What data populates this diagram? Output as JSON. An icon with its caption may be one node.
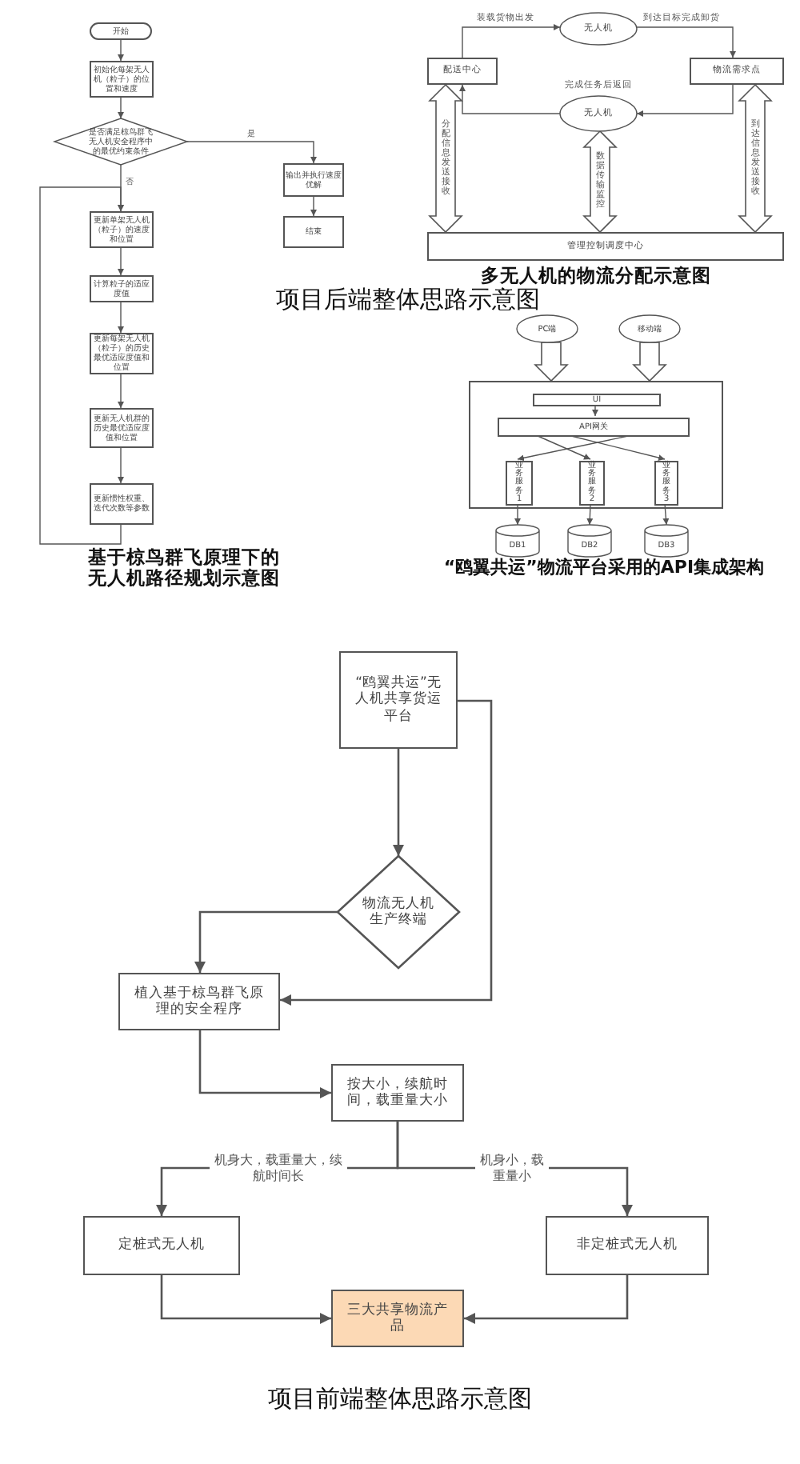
{
  "diagram": {
    "nodes": [
      {
        "text": [
          "开始"
        ]
      },
      {
        "text": [
          "初始化每架无人机（粒子）的位置和速度"
        ]
      },
      {
        "text": [
          "是否满足椋鸟群飞无人机安全程序中的最优约束条件"
        ]
      },
      {
        "text": [
          "输出并执行速度优解"
        ]
      },
      {
        "text": [
          "结束"
        ]
      },
      {
        "text": [
          "更新单架无人机（粒子）的速度和位置"
        ]
      },
      {
        "text": [
          "计算粒子的适应度值"
        ]
      },
      {
        "text": [
          "更新每架无人机（粒子）的历史最优适应度值和位置"
        ]
      },
      {
        "text": [
          "更新无人机群的历史最优适应度值和位置"
        ]
      },
      {
        "text": [
          "更新惯性权重、迭代次数等参数"
        ]
      },
      {
        "text": [
          "配送中心"
        ]
      },
      {
        "text": [
          "无人机"
        ]
      },
      {
        "text": [
          "物流需求点"
        ]
      },
      {
        "text": [
          "无人机"
        ]
      },
      {
        "text": [
          "管理控制调度中心"
        ]
      },
      {
        "text": [
          "PC端"
        ]
      },
      {
        "text": [
          "移动端"
        ]
      },
      {
        "text": [],
        "shape": "box"
      },
      {
        "text": [
          "UI"
        ],
        "in": 17
      },
      {
        "text": [
          "API网关"
        ],
        "in": 17
      },
      {
        "text": [
          "业务服务1"
        ],
        "in": 17
      },
      {
        "text": [
          "业务服务2"
        ],
        "in": 17
      },
      {
        "text": [
          "业务服务3"
        ],
        "in": 17
      },
      {
        "text": [
          "DB1"
        ]
      },
      {
        "text": [
          "DB2"
        ]
      },
      {
        "text": [
          "DB3"
        ]
      },
      {
        "text": [
          "“鸥翼共运”无人机共享货运平台"
        ]
      },
      {
        "text": [
          "物流无人机生产终端"
        ]
      },
      {
        "text": [
          "植入基于椋鸟群飞原理的安全程序"
        ]
      },
      {
        "text": [
          "按大小，续航时间，载重量大小"
        ]
      },
      {
        "text": [
          "定桩式无人机"
        ]
      },
      {
        "text": [
          "非定桩式无人机"
        ]
      },
      {
        "text": [
          "三大共享物流产品"
        ]
      }
    ],
    "edges": [
      {
        "from": 0,
        "to": 1,
        "arrow": "to"
      },
      {
        "from": 1,
        "to": 2,
        "arrow": "to"
      },
      {
        "from": 2,
        "to": 3,
        "arrow": "to",
        "label": "是"
      },
      {
        "from": 3,
        "to": 4,
        "arrow": "to"
      },
      {
        "from": 2,
        "to": 5,
        "arrow": "to",
        "label": "否"
      },
      {
        "from": 5,
        "to": 6,
        "arrow": "to"
      },
      {
        "from": 6,
        "to": 7,
        "arrow": "to"
      },
      {
        "from": 7,
        "to": 8,
        "arrow": "to"
      },
      {
        "from": 8,
        "to": 9,
        "arrow": "to"
      },
      {
        "from": 9,
        "to": 5,
        "arrow": "to"
      },
      {
        "from": 10,
        "to": 11,
        "arrow": "to",
        "label": "装载货物出发"
      },
      {
        "from": 11,
        "to": 12,
        "arrow": "to",
        "label": "到达目标完成卸货"
      },
      {
        "from": 12,
        "to": 13,
        "arrow": "to"
      },
      {
        "from": 13,
        "to": 10,
        "arrow": "to",
        "label": "完成任务后返回"
      },
      {
        "from": 10,
        "to": 14,
        "arrow": "both",
        "style": "thick",
        "label": "分配信息发送接收"
      },
      {
        "from": 13,
        "to": 14,
        "arrow": "both",
        "style": "thick",
        "label": "数据传输监控"
      },
      {
        "from": 12,
        "to": 14,
        "arrow": "both",
        "style": "thick",
        "label": "到达信息发送接收"
      },
      {
        "from": 15,
        "to": 17,
        "arrow": "to",
        "style": "thick"
      },
      {
        "from": 16,
        "to": 17,
        "arrow": "to",
        "style": "thick"
      },
      {
        "from": 18,
        "to": 19,
        "arrow": "to"
      },
      {
        "from": 19,
        "to": 20,
        "arrow": "to"
      },
      {
        "from": 19,
        "to": 21,
        "arrow": "to"
      },
      {
        "from": 19,
        "to": 22,
        "arrow": "to"
      },
      {
        "from": 20,
        "to": 23,
        "arrow": "to"
      },
      {
        "from": 21,
        "to": 24,
        "arrow": "to"
      },
      {
        "from": 22,
        "to": 25,
        "arrow": "to"
      },
      {
        "from": 26,
        "to": 27,
        "arrow": "to"
      },
      {
        "from": 27,
        "to": 28,
        "arrow": "to"
      },
      {
        "from": 26,
        "to": 28,
        "arrow": "to"
      },
      {
        "from": 28,
        "to": 29,
        "arrow": "to"
      },
      {
        "from": 29,
        "to": 30,
        "arrow": "to",
        "label": "机身大，载重量大，续航时间长"
      },
      {
        "from": 29,
        "to": 31,
        "arrow": "to",
        "label": "机身小，载重量小"
      },
      {
        "from": 30,
        "to": 32,
        "arrow": "to"
      },
      {
        "from": 31,
        "to": 32,
        "arrow": "to"
      }
    ],
    "labels": [
      "多无人机的物流分配示意图",
      "项目后端整体思路示意图",
      "基于椋鸟群飞原理下的无人机路径规划示意图",
      "“鸥翼共运”物流平台采用的API集成架构",
      "项目前端整体思路示意图"
    ]
  }
}
